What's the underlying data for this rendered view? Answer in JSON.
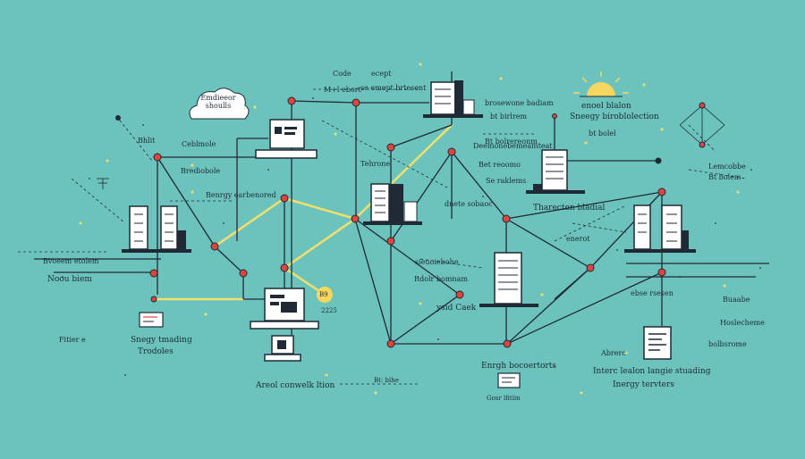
{
  "cloud": {
    "line1": "Emdieeor",
    "line2": "shoulls"
  },
  "labels": {
    "top_code": "Code",
    "top_ecept": "ecept",
    "top_ml": "M+l ebort",
    "top_se": "se emept brtesent",
    "top_brosew": "brosewone badiam",
    "top_bt": "bt birlrem",
    "top_bt2": "Bt bolrereonm",
    "top_enod": "enoel blalon",
    "top_energy": "Sneegy biroblolection",
    "left_bhlit": "Bhlit",
    "left_ceblmole": "Ceblmole",
    "left_brediobole": "Brediobole",
    "left_ecoelocd": "Benrgy earbenored",
    "left_beveen": "Bvoeem etolem",
    "left_noou": "Noou biem",
    "left_fitier": "Fitier e",
    "mid_tehrone": "Tehrone",
    "mid_bet": "Bet reoomo",
    "mid_se": "Se raklems",
    "mid_dcemone": "Deemonebemeamteat",
    "mid_dneter": "dnete sobaoc",
    "mid_tarecton": "Tharecton bladial",
    "mid_exsnt": "enerot",
    "mid_saeg": "sieuoiebohe",
    "mid_rolr": "Rdolr bomnam",
    "mid_ysid": "ysid Caek",
    "mid_b9": "B9",
    "mid_2225": "2225",
    "mid_small": "Bt: blhe",
    "right_btel": "bt bolel",
    "right_bt3": "Bt bolem",
    "right_lemc": "Lemcobbe",
    "right_ebse": "ebse rsesen",
    "right_buaabe": "Buaabe",
    "right_hoslec": "Hoslecheme",
    "right_bolsrom": "bolbsrome",
    "right_abrerc": "Abrerc",
    "bottom_energy_trading": "Snegy tmading",
    "bottom_trodoles": "Trodoles",
    "bottom_areol": "Areol conwelk ltion",
    "bottom_enrgh": "Enrgh bocoertorts",
    "bottom_gosr": "Gosr lfitiin",
    "bottom_interc": "Interc lealon langie stuading",
    "bottom_inergy": "Inergy tervters"
  },
  "colors": {
    "background": "#6cc3bd",
    "line_dark": "#1f2a36",
    "line_yellow": "#f2e06a",
    "node_red": "#e0453c",
    "sun": "#f5d760"
  }
}
